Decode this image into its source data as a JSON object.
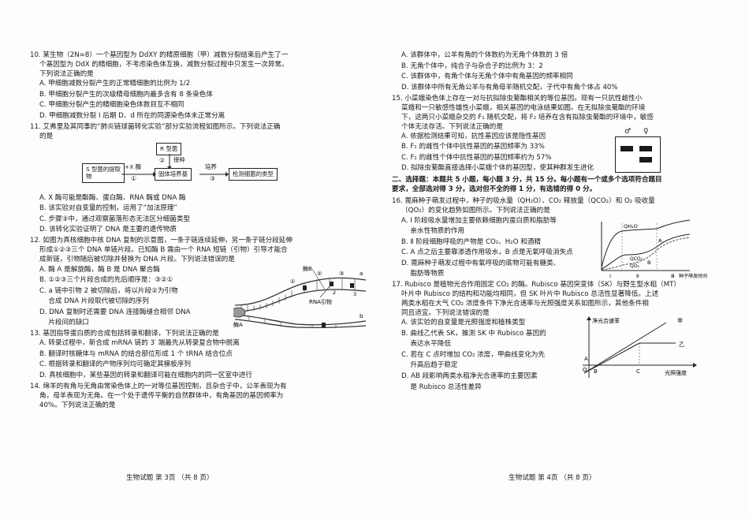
{
  "left": {
    "q10": {
      "lines": [
        "10. 某生物（2N=8）一个基因型为 DdXY 的精原细胞（甲）减数分裂结束后产生了一",
        "个基因型为 DdX 的精细胞，不考虑染色体互换，减数分裂过程中只发生一次异常。",
        "下列说法正确的是"
      ],
      "options": [
        "A. 甲细胞减数分裂产生的正常精细胞的比例为 1/2",
        "B. 甲细胞分裂产生的次级精母细胞内最多含有 8 条染色体",
        "C. 甲细胞分裂产生的精细胞染色体数目互不相同",
        "D. 甲细胞减数分裂 I 后期 D、d 所在的同源染色体未正常分离"
      ]
    },
    "q11": {
      "lines": [
        "11. 艾弗里及其同事的“肺炎链球菌转化实验”部分实验流程如图所示。下列说法正确",
        "的是"
      ],
      "fig": {
        "r_bacteria": "R 型菌",
        "s_extract": "S 型菌的提取物",
        "x_enzyme": "+X 酶",
        "step1": "①",
        "step2": "②",
        "step3": "③",
        "inoculate": "接种",
        "culture": "固体培养基",
        "cultivate": "培养",
        "detect": "检测细菌的类型"
      },
      "options": [
        "A. X 酶可能是酯酶、蛋白酶、RNA 酶或 DNA 酶",
        "B. 该实验对自变量的控制，运用了“加法原理”",
        "C. 步骤③中，通过观察菌落形态无法区分细菌类型",
        "D. 该转化实验证明了 DNA 是主要的遗传物质"
      ]
    },
    "q12": {
      "lines": [
        "12. 如图为真核细胞中核 DNA 复制的示意图，一条子链连续延伸，另一条子链分段延伸",
        "形成①②③三个 DNA 单链片段。已知酶 B 需由一个 RNA 短链（引物）引导才能合",
        "成新链，引物随后被切除并替换为 DNA 片段。下列说法错误的是"
      ],
      "options": [
        "A. 酶 A 是解旋酶，酶 B 是 DNA 聚合酶",
        "B. ①②③三个片段合成的先后顺序是：③②①",
        "C. a 链中引物 2 被切除后，将以片段②为引物",
        "　 合成 DNA 片段取代被切除的序列",
        "D. DNA 复制时还需要 DNA 连接酶缝合相邻 DNA",
        "　 片段间的缺口"
      ],
      "fig": {
        "enzymeA": "酶A",
        "enzymeB": "酶B",
        "primer": "RNA引物",
        "a": "a",
        "b": "b",
        "n1": "①",
        "n2": "②",
        "n3": "③",
        "p2": "2",
        "p3": "3"
      }
    },
    "q13": {
      "lines": [
        "13. 基因指导蛋白质的合成包括转录和翻译，下列说法正确的是"
      ],
      "options": [
        "A. 转录过程中，新合成 mRNA 链的 3′ 端最先从转录复合物中脱离",
        "B. 翻译时核糖体与 mRNA 的结合部位形成 1 个 tRNA 结合位点",
        "C. 根据转录和翻译的产物序列均可确定其模板序列",
        "D. 真核细胞中，某些基因的转录和翻译可能在细胞内的同一区室中进行"
      ]
    },
    "q14": {
      "lines": [
        "14. 绵羊的有角与无角由常染色体上的一对等位基因控制，且杂合子中，公羊表现为有",
        "角，母羊表现为无角。在一个处于遗传平衡的自然群体中，有角基因的基因频率为",
        "40%。下列说法正确的是"
      ]
    },
    "footer": "生物试题 第 3页 （共 8 页）"
  },
  "right": {
    "q14_options": [
      "A. 该群体中，公羊有角的个体数约为无角个体数的 3 倍",
      "B. 无角个体中，纯合子与杂合子的比例为 3：2",
      "C. 该群体中，有角个体与无角个体中有角基因的频率相同",
      "D. 该群体中所有无角公羊与有角母羊随机交配，子代中有角个体占 40%"
    ],
    "q15": {
      "lines": [
        "15. 小菜蛾染色体上存在一对与抗拟除虫菊酯相关的等位基因。现有一只抗性雌性小",
        "菜蛾和一只敏感性雄性小菜蛾，相关基因的电泳结果如图。在无拟除虫菊酯的环境",
        "下，这两只小菜蛾杂交的 F₁ 随机交配，将 F₂ 培养在含有拟除虫菊酯的环境中，敏感",
        "个体无法存活。下列说法正确的是"
      ],
      "options": [
        "A. 依据检测结果可知，抗性基因应该是隐性基因",
        "B. F₁ 的雌性个体中抗性基因的基因频率为 33%",
        "C. F₂ 的雌性个体中抗性基因的基因频率约为 57%",
        "D. 拟除虫菊酯直接选择小菜蛾个体的基因型，使其种群发生进化"
      ],
      "gel": {
        "male": "♂",
        "female": "♀"
      }
    },
    "sec2": {
      "lines": [
        "二、选择题：本题共 5 小题，每小题 3 分，共 15 分。每小题有一个或多个选项符合题目",
        "要求，全部选对得 3 分，选对但不全的得 1 分，有选错的得 0 分。"
      ]
    },
    "q16": {
      "lines": [
        "16. 蓖麻种子萌发过程中，种子的吸水量（QH₂O）、CO₂ 释放量（QCO₂）和 O₂ 吸收量",
        "（QO₂）的变化趋势如图所示。下列说法正确的是"
      ],
      "options": [
        "A. Ⅰ 阶段吸水量增加主要依赖细胞内蛋白质和脂肪等",
        "　 亲水性物质的作用",
        "B. Ⅱ 阶段细胞呼吸的产物是 CO₂、H₂O 和酒精",
        "C. A 点之后主要靠渗透作用吸水，B 点是无氧呼吸消失点",
        "D. 蓖麻种子萌发过程中有氧呼吸的底物可能有糖类、",
        "　 脂肪等物质"
      ],
      "fig": {
        "qh2o": "QH₂O",
        "qco2": "QCO₂",
        "qo2": "QO₂",
        "a": "A",
        "b": "B",
        "s1": "Ⅰ",
        "s2": "Ⅱ",
        "s3": "Ⅲ",
        "xlabel": "种子萌发时间"
      }
    },
    "q17": {
      "lines": [
        "17. Rubisco 是植物光合作用固定 CO₂ 的酶。Rubisco 基因突变体（SK）与野生型水稻（MT）",
        "叶片中 Rubisco 的结构和功能均相同，但 SK 叶片中 Rubisco 总活性显著降低。上述",
        "两类水稻在大气 CO₂ 浓度条件下净光合速率与光照强度关系如图所示，其他条件相",
        "同且适宜。下列说法错误的是"
      ],
      "options": [
        "A. 该实验的自变量是光照强度和植株类型",
        "B. 曲线乙代表 SK，推测 SK 中 Rubisco 基因的",
        "　 表达水平降低",
        "C. 若在 C 点时增加 CO₂ 浓度，甲曲线变化为先",
        "　 升高后趋于稳定",
        "D. AB 段影响两类水稻净光合速率的主要因素",
        "　 是 Rubisco 总活性差异"
      ],
      "fig": {
        "ylabel": "净光合速率",
        "xlabel": "光照强度",
        "jia": "甲",
        "yi": "乙",
        "o": "O",
        "a": "A",
        "b": "B",
        "c": "C"
      }
    },
    "footer": "生物试题 第 4页 （共 8 页）"
  }
}
